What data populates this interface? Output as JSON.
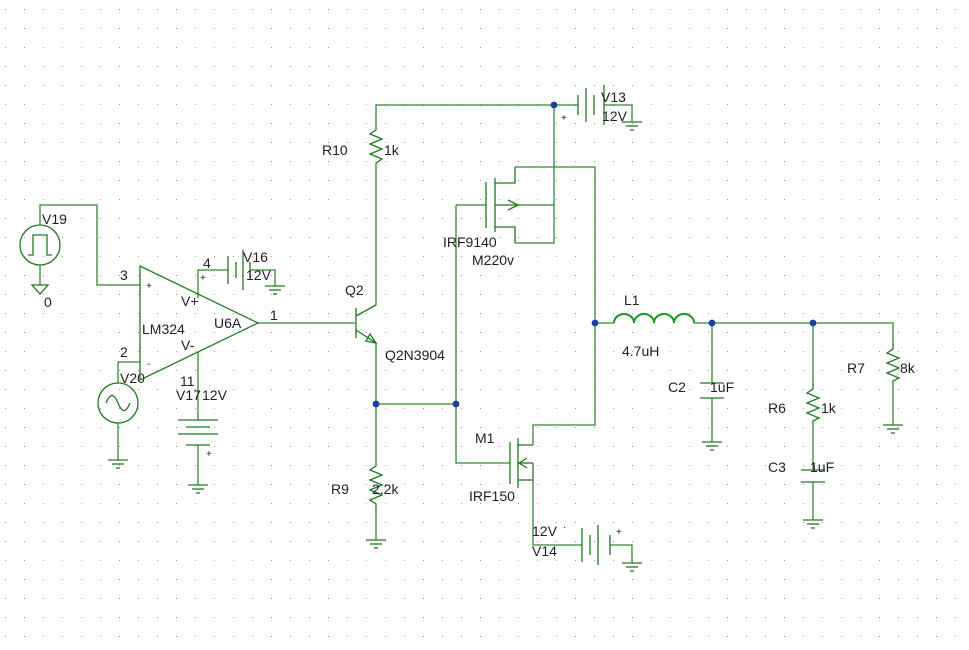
{
  "grid": {
    "color": "#9a9a9a"
  },
  "colors": {
    "wire": "#2e8b2e",
    "component": "#1f7a1f",
    "junction": "#1a3f9e",
    "text": "#1f1f1f"
  },
  "sources": {
    "v19": {
      "name": "V19",
      "ground": "0"
    },
    "v20": {
      "name": "V20"
    },
    "v16": {
      "name": "V16",
      "value": "12V",
      "pin": "4"
    },
    "v17": {
      "name": "V17",
      "value": "12V",
      "pin": "11"
    },
    "v13": {
      "name": "V13",
      "value": "12V"
    },
    "v14": {
      "name": "V14",
      "value": "12V"
    }
  },
  "opamp": {
    "name": "U6A",
    "model": "LM324",
    "pin_noninv": "3",
    "pin_inv": "2",
    "pin_out": "1",
    "plus": "V+",
    "minus": "V-"
  },
  "transistors": {
    "q2": {
      "name": "Q2",
      "model": "Q2N3904"
    },
    "upper_mos": {
      "model": "IRF9140",
      "name": "M220v"
    },
    "m1": {
      "name": "M1",
      "model": "IRF150"
    }
  },
  "resistors": {
    "r10": {
      "name": "R10",
      "value": "1k"
    },
    "r9": {
      "name": "R9",
      "value": "2.2k"
    },
    "r6": {
      "name": "R6",
      "value": "1k"
    },
    "r7": {
      "name": "R7",
      "value": "8k"
    }
  },
  "inductors": {
    "l1": {
      "name": "L1",
      "value": "4.7uH"
    }
  },
  "capacitors": {
    "c2": {
      "name": "C2",
      "value": "1uF"
    },
    "c3": {
      "name": "C3",
      "value": "1uF"
    }
  }
}
